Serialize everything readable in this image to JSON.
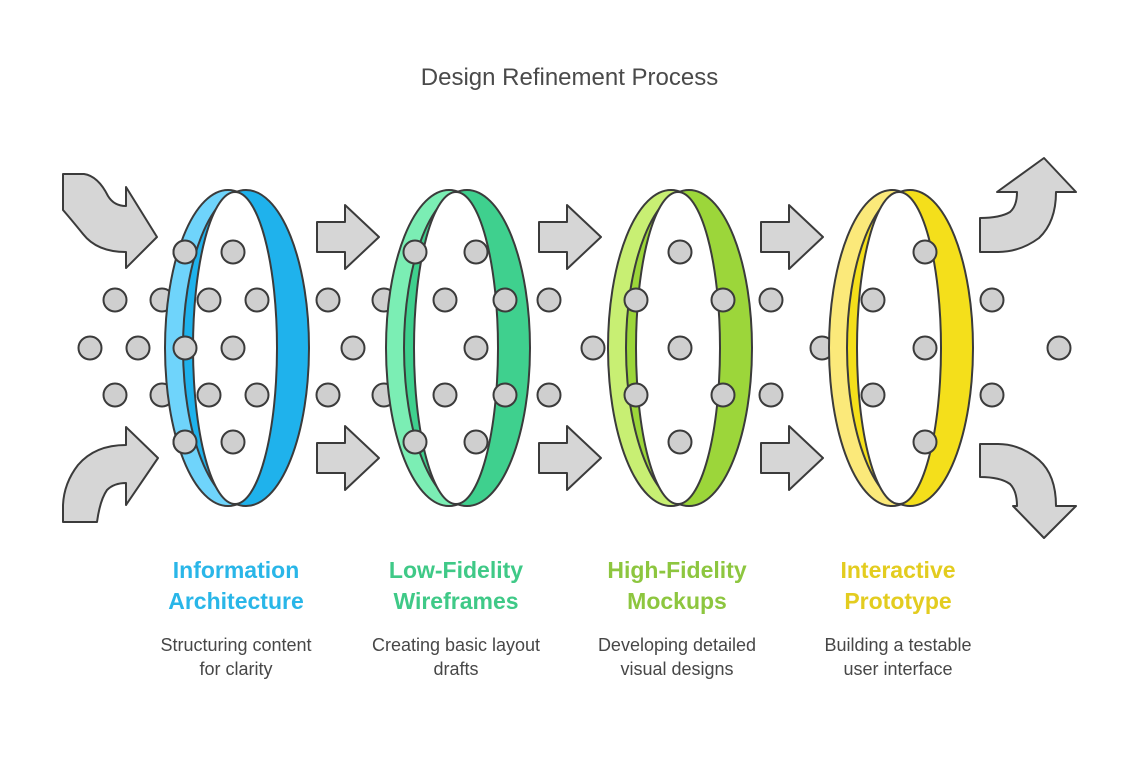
{
  "title": "Design Refinement Process",
  "stages": [
    {
      "title_line1": "Information",
      "title_line2": "Architecture",
      "desc_line1": "Structuring content",
      "desc_line2": "for clarity",
      "color": "#29b6e8",
      "ring_light": "#6fd4fb",
      "ring_dark": "#1fb2ec"
    },
    {
      "title_line1": "Low-Fidelity",
      "title_line2": "Wireframes",
      "desc_line1": "Creating basic layout",
      "desc_line2": "drafts",
      "color": "#3fc987",
      "ring_light": "#7beeb4",
      "ring_dark": "#3fd08e"
    },
    {
      "title_line1": "High-Fidelity",
      "title_line2": "Mockups",
      "desc_line1": "Developing detailed",
      "desc_line2": "visual designs",
      "color": "#8dc63f",
      "ring_light": "#c8ef73",
      "ring_dark": "#9cd63a"
    },
    {
      "title_line1": "Interactive",
      "title_line2": "Prototype",
      "desc_line1": "Building a testable",
      "desc_line2": "user interface",
      "color": "#e3cc1f",
      "ring_light": "#fbe97a",
      "ring_dark": "#f4df1b"
    }
  ],
  "colors": {
    "arrow_fill": "#d6d6d6",
    "dot_fill": "#cfcfcf",
    "outline": "#3b3b3b"
  }
}
